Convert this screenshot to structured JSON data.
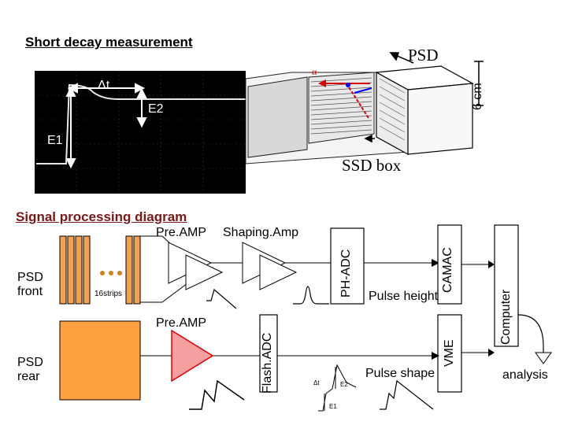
{
  "title": "Short decay measurement",
  "labels": {
    "psd": "PSD",
    "six_cm": "6 cm",
    "delta_t": "Δt",
    "e2": "E2",
    "e1": "E1",
    "ssd_box": "SSD box",
    "alpha": "α"
  },
  "signal_section": {
    "title": "Signal processing diagram",
    "preamp_top": "Pre.AMP",
    "shaping_amp": "Shaping.Amp",
    "ph_adc": "PH-ADC",
    "camac": "CAMAC",
    "computer": "Computer",
    "psd_front": "PSD\nfront",
    "strips": "16strips",
    "pulse_height": "Pulse height",
    "preamp_bottom": "Pre.AMP",
    "flash_adc": "Flash.ADC",
    "vme": "VME",
    "psd_rear": "PSD\nrear",
    "pulse_shape": "Pulse shape",
    "analysis": "analysis",
    "mini_dt": "Δt",
    "mini_e2": "E2",
    "mini_e1": "E1"
  },
  "colors": {
    "strip_fill": "#f5a050",
    "rear_fill": "#ffa040",
    "flash_amp_fill": "#f5a0a0",
    "flash_amp_stroke": "#e00000",
    "scope_bg": "#000000",
    "trace": "#e8e8e8",
    "title2": "#7a1818"
  }
}
